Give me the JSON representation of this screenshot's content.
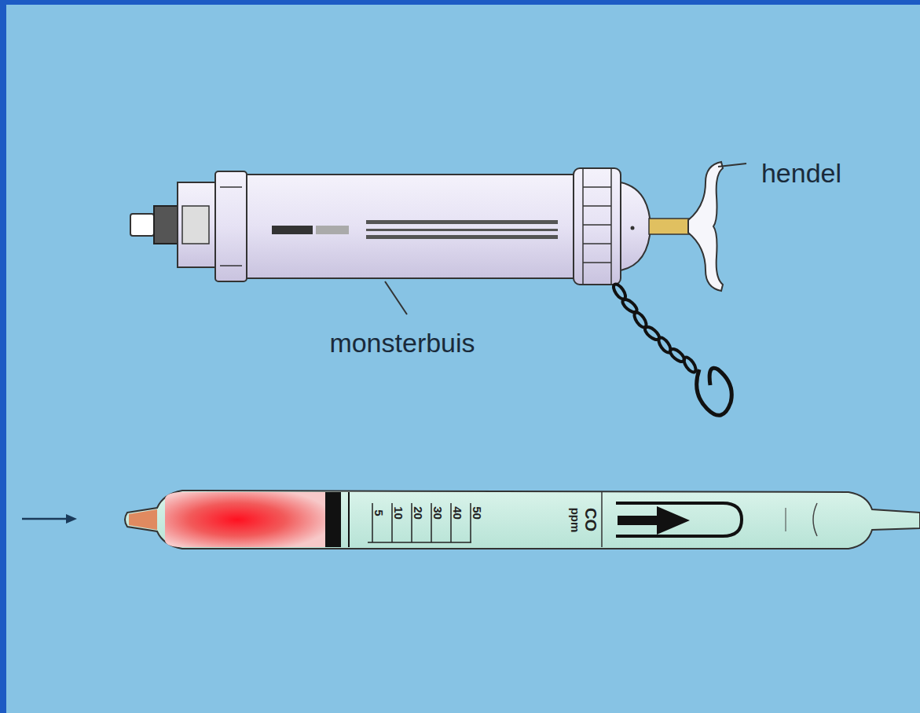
{
  "diagram": {
    "labels": [
      "hendel",
      "monsterbuis",
      "5",
      "10",
      "20",
      "30",
      "40",
      "50",
      "ppm",
      "CO"
    ]
  }
}
